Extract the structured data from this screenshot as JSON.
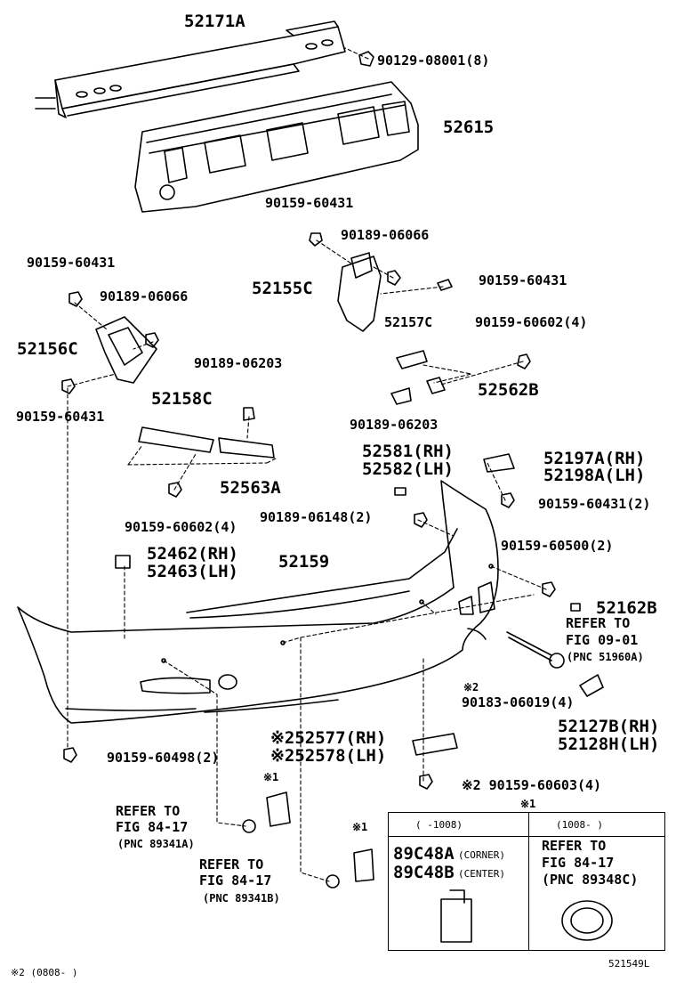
{
  "parts": {
    "p52171A": "52171A",
    "p90129": "90129-08001(8)",
    "p52615": "52615",
    "p90159_60431_top": "90159-60431",
    "p90189_06066_c": "90189-06066",
    "p90159_60431_l1": "90159-60431",
    "p90189_06066_l": "90189-06066",
    "p52155C": "52155C",
    "p90159_60431_r": "90159-60431",
    "p52156C": "52156C",
    "p52157C": "52157C",
    "p90159_60602_r": "90159-60602(4)",
    "p90189_06203_a": "90189-06203",
    "p52562B": "52562B",
    "p52158C": "52158C",
    "p90159_60431_l2": "90159-60431",
    "p90189_06203_b": "90189-06203",
    "p52581": "52581(RH)",
    "p52582": "52582(LH)",
    "p52197A": "52197A(RH)",
    "p52198A": "52198A(LH)",
    "p52563A": "52563A",
    "p90159_60602_l": "90159-60602(4)",
    "p90189_06148": "90189-06148(2)",
    "p90159_60431_2": "90159-60431(2)",
    "p52462": "52462(RH)",
    "p52463": "52463(LH)",
    "p52159": "52159",
    "p90159_60500": "90159-60500(2)",
    "p52162B": "52162B",
    "refer_a1": "REFER TO",
    "refer_a2": "FIG 09-01",
    "refer_a3": "(PNC 51960A)",
    "mark2_a": "※2",
    "p90183": "90183-06019(4)",
    "p52127B": "52127B(RH)",
    "p52128H": "52128H(LH)",
    "p52577": "※252577(RH)",
    "p52578": "※252578(LH)",
    "p90159_60498": "90159-60498(2)",
    "p90159_60603": "※2 90159-60603(4)",
    "mark1_a": "※1",
    "refer_b1": "REFER TO",
    "refer_b2": "FIG 84-17",
    "refer_b3": "(PNC 89341A)",
    "mark1_b": "※1",
    "refer_c1": "REFER TO",
    "refer_c2": "FIG 84-17",
    "refer_c3": "(PNC 89341B)",
    "footnote": "※2 (0808-       )",
    "ref_code": "521549L"
  },
  "legend": {
    "mark": "※1",
    "col_left_header": "(      -1008)",
    "col_right_header": "(1008-       )",
    "left_part1": "89C48A",
    "left_part1_note": "(CORNER)",
    "left_part2": "89C48B",
    "left_part2_note": "(CENTER)",
    "right_ref1": "REFER TO",
    "right_ref2": "FIG 84-17",
    "right_ref3": "(PNC 89348C)"
  }
}
